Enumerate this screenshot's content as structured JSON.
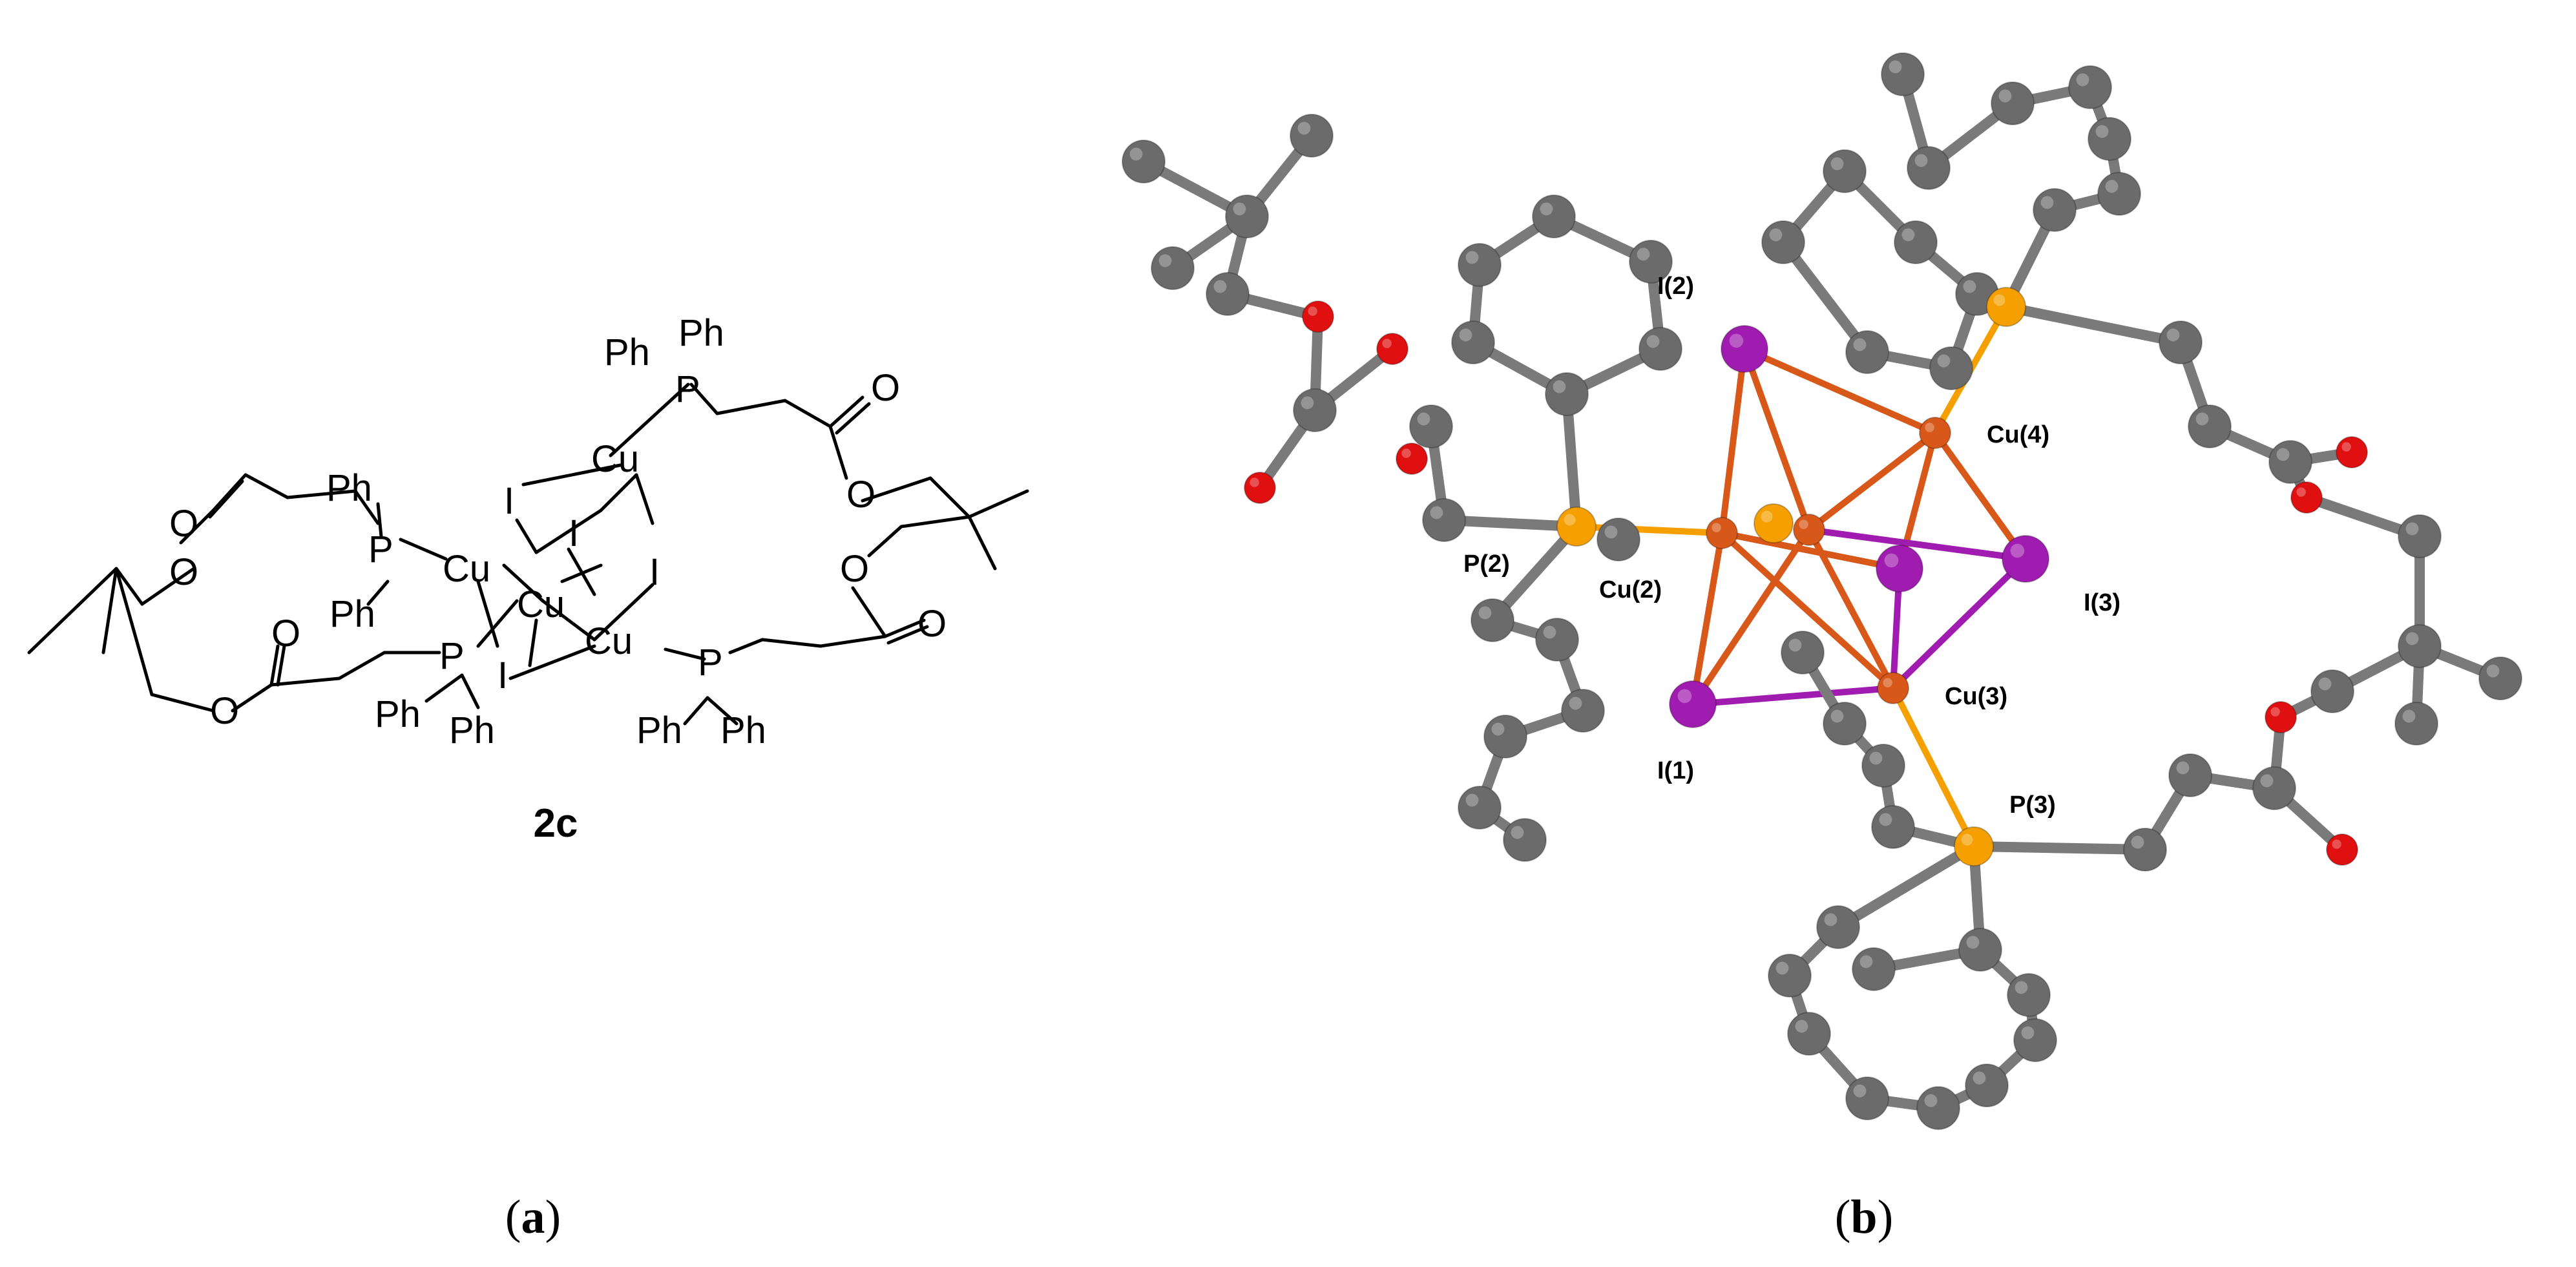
{
  "panel_a": {
    "caption_open": "(",
    "caption_letter": "a",
    "caption_close": ")",
    "compound_label": "2c",
    "atoms": {
      "ph": "Ph",
      "p": "P",
      "cu": "Cu",
      "i": "I",
      "o": "O"
    }
  },
  "panel_b": {
    "caption_open": "(",
    "caption_letter": "b",
    "caption_close": ")",
    "labels": {
      "i2": "I(2)",
      "cu4": "Cu(4)",
      "p2": "P(2)",
      "cu2": "Cu(2)",
      "i3": "I(3)",
      "cu3": "Cu(3)",
      "i1": "I(1)",
      "p3": "P(3)"
    }
  },
  "colors": {
    "carbon": "#6b6b6b",
    "oxygen": "#e01010",
    "phosphorus": "#f5a000",
    "copper": "#d8581a",
    "iodine": "#a01cb0",
    "bond": "#7a7a7a"
  }
}
